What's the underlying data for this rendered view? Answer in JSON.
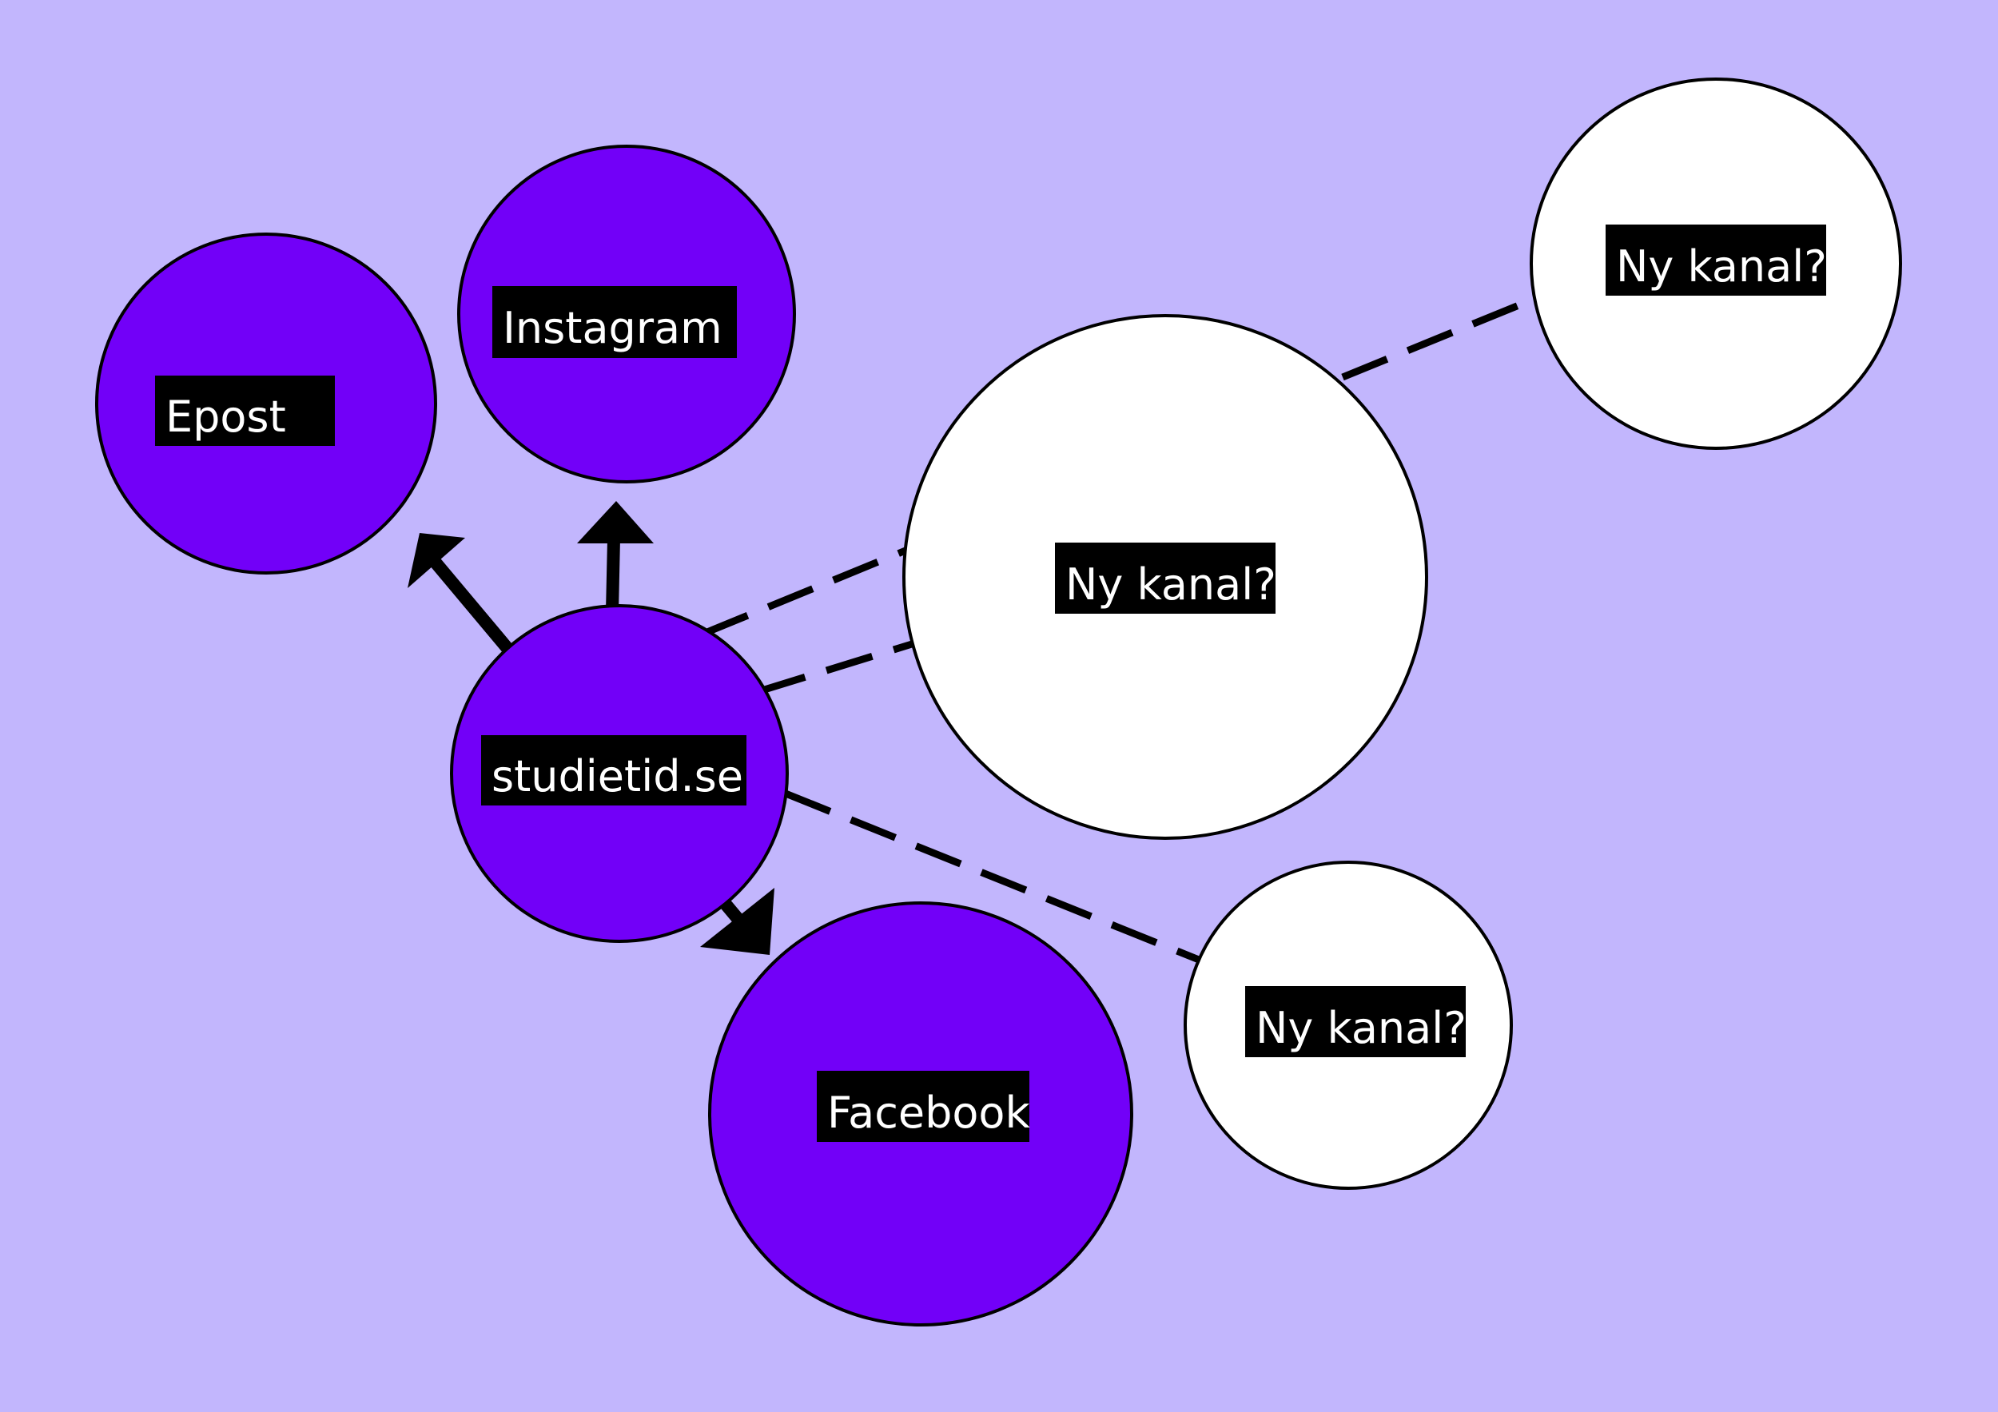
{
  "colors": {
    "background": "#c2b6fd",
    "primary_node_fill": "#7200f8",
    "candidate_node_fill": "#ffffff",
    "outline": "#000000",
    "label_box": "#000000",
    "label_text": "#ffffff"
  },
  "diagram": {
    "hub": {
      "label": "studietid.se",
      "type": "existing-channel"
    },
    "existing_channels": [
      {
        "label": "Epost"
      },
      {
        "label": "Instagram"
      },
      {
        "label": "Facebook"
      }
    ],
    "candidate_channels": [
      {
        "label": "Ny kanal?"
      },
      {
        "label": "Ny kanal?"
      },
      {
        "label": "Ny kanal?"
      }
    ],
    "connections": [
      {
        "from": "studietid.se",
        "to": "Epost",
        "style": "solid-arrow"
      },
      {
        "from": "studietid.se",
        "to": "Instagram",
        "style": "solid-arrow"
      },
      {
        "from": "studietid.se",
        "to": "Facebook",
        "style": "solid-arrow"
      },
      {
        "from": "studietid.se",
        "to": "Ny kanal?",
        "style": "dashed"
      },
      {
        "from": "studietid.se",
        "to": "Ny kanal?",
        "style": "dashed"
      },
      {
        "from": "studietid.se",
        "to": "Ny kanal?",
        "style": "dashed"
      },
      {
        "from": "Ny kanal?",
        "to": "Ny kanal?",
        "style": "dashed"
      }
    ]
  }
}
